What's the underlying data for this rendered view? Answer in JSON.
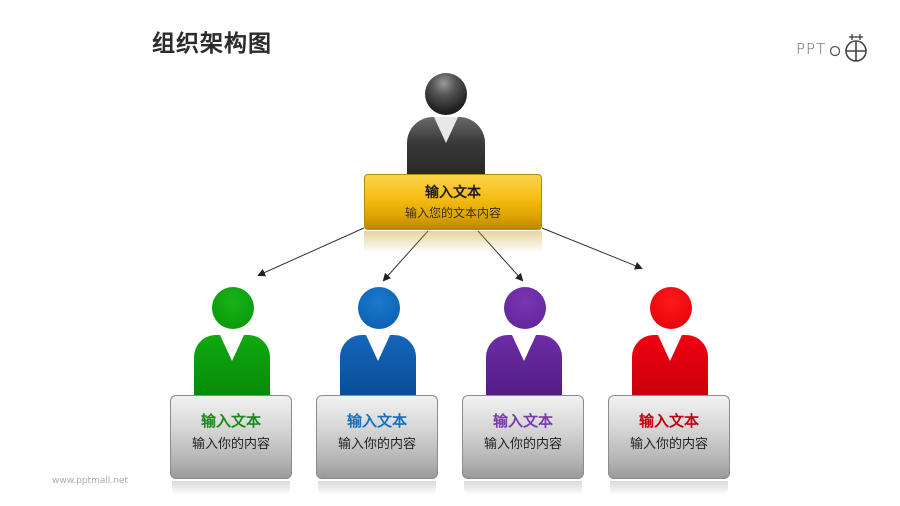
{
  "page": {
    "title": "组织架构图",
    "logo_text": "PPT",
    "footer": "www.pptmall.net"
  },
  "root": {
    "title": "输入文本",
    "subtitle": "输入您的文本内容",
    "color": "#333333",
    "box_color": "#f5bd12"
  },
  "children": [
    {
      "title": "输入文本",
      "subtitle": "输入你的内容",
      "color": "#0b9b0b",
      "text_color": "#1a8a1a"
    },
    {
      "title": "输入文本",
      "subtitle": "输入你的内容",
      "color": "#0a62b6",
      "text_color": "#1570c0"
    },
    {
      "title": "输入文本",
      "subtitle": "输入你的内容",
      "color": "#6a2aa0",
      "text_color": "#7a3aa8"
    },
    {
      "title": "输入文本",
      "subtitle": "输入你的内容",
      "color": "#e8000a",
      "text_color": "#c00010"
    }
  ]
}
